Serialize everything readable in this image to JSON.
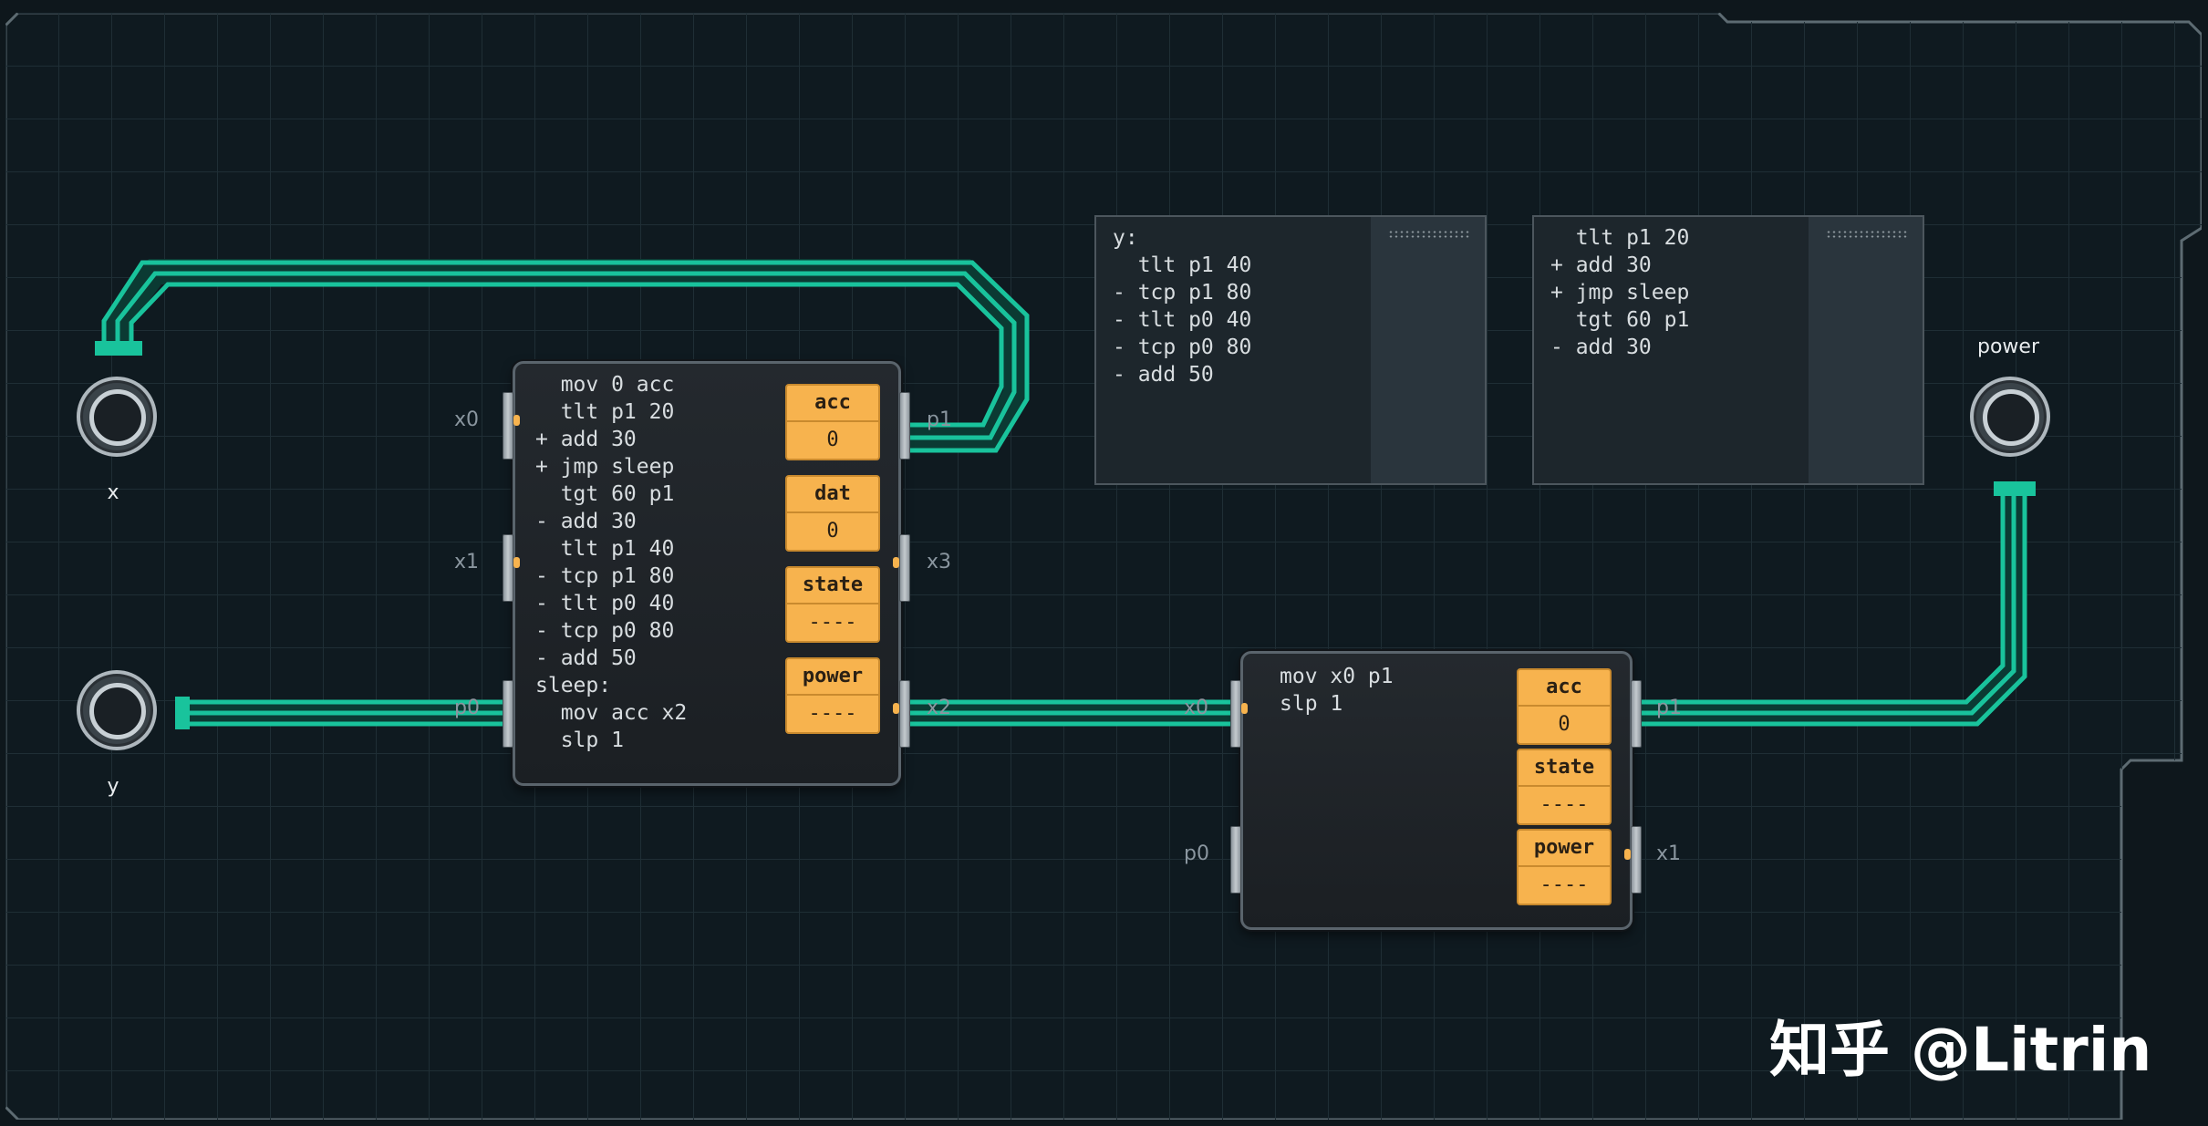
{
  "inputs": {
    "x": "x",
    "y": "y"
  },
  "output": {
    "power": "power"
  },
  "chip_main": {
    "code": "  mov 0 acc\n  tlt p1 20\n+ add 30\n+ jmp sleep\n  tgt 60 p1\n- add 30\n  tlt p1 40\n- tcp p1 80\n- tlt p0 40\n- tcp p0 80\n- add 50\nsleep:\n  mov acc x2\n  slp 1",
    "registers": [
      {
        "label": "acc",
        "value": "0"
      },
      {
        "label": "dat",
        "value": "0"
      },
      {
        "label": "state",
        "value": "----"
      },
      {
        "label": "power",
        "value": "----"
      }
    ],
    "ports": {
      "x0": "x0",
      "x1": "x1",
      "p0": "p0",
      "p1": "p1",
      "x3": "x3",
      "x2": "x2"
    }
  },
  "chip_out": {
    "code": "mov x0 p1\nslp 1",
    "registers": [
      {
        "label": "acc",
        "value": "0"
      },
      {
        "label": "state",
        "value": "----"
      },
      {
        "label": "power",
        "value": "----"
      }
    ],
    "ports": {
      "x0": "x0",
      "p0": "p0",
      "p1": "p1",
      "x1": "x1"
    }
  },
  "note_1": {
    "text": "y:\n  tlt p1 40\n- tcp p1 80\n- tlt p0 40\n- tcp p0 80\n- add 50"
  },
  "note_2": {
    "text": "  tlt p1 20\n+ add 30\n+ jmp sleep\n  tgt 60 p1\n- add 30"
  },
  "watermark": "知乎 @Litrin",
  "colors": {
    "wire": "#19c39c",
    "wire_dark": "#0b3a33",
    "register": "#f7b34e",
    "background": "#0e171c",
    "grid": "#1c2a31"
  }
}
